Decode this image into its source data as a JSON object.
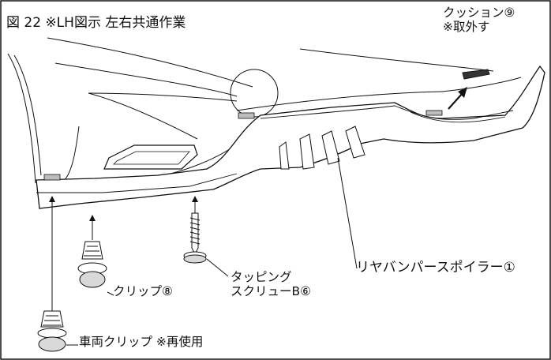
{
  "title": "図 22 ※LH図示 左右共通作業",
  "callouts": {
    "cushion_name": "クッション⑨",
    "cushion_note": "※取外す",
    "spoiler": "リヤバンパースポイラー①",
    "tapping_line1": "タッピング",
    "tapping_line2": "スクリューB⑥",
    "clip": "クリップ⑧",
    "car_clip": "車両クリップ ※再使用"
  },
  "colors": {
    "line": "#111111",
    "part_fill": "#ffffff",
    "shade": "#d9d9d9",
    "shade_dark": "#9a9a9a"
  }
}
